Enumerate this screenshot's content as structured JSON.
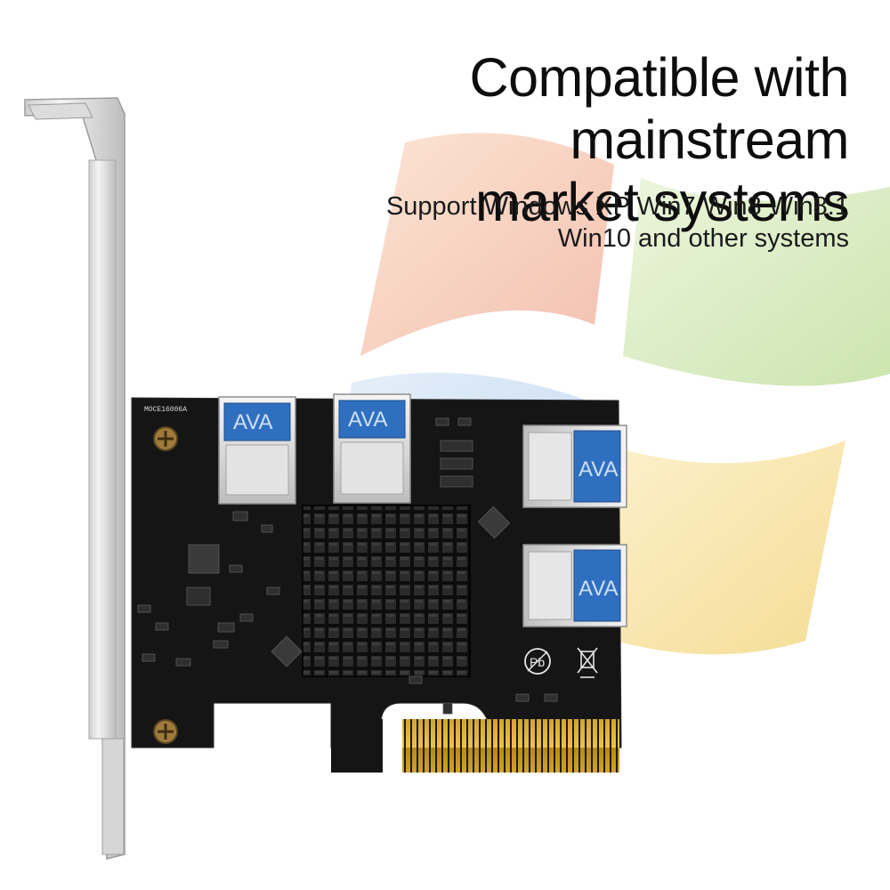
{
  "headline": {
    "line1": "Compatible with mainstream",
    "line2": "market systems"
  },
  "subline": {
    "line1": "Support Windows XP Win7 Win8 Win8.1",
    "line2": "Win10 and other systems"
  },
  "board": {
    "model_label": "MOCE16006A",
    "port_count": 4,
    "port_logo_text": "AVA",
    "compliance_mark": "Pb"
  },
  "colors": {
    "pcb": "#151515",
    "gold_contacts": "#d9a41f",
    "usb_blue": "#2f6fc0",
    "bracket": "#e6e6e6",
    "logo_red": "#f4c7b8",
    "logo_green": "#cfe8b4",
    "logo_blue": "#c3d8f0",
    "logo_yellow": "#f8e7a8"
  }
}
